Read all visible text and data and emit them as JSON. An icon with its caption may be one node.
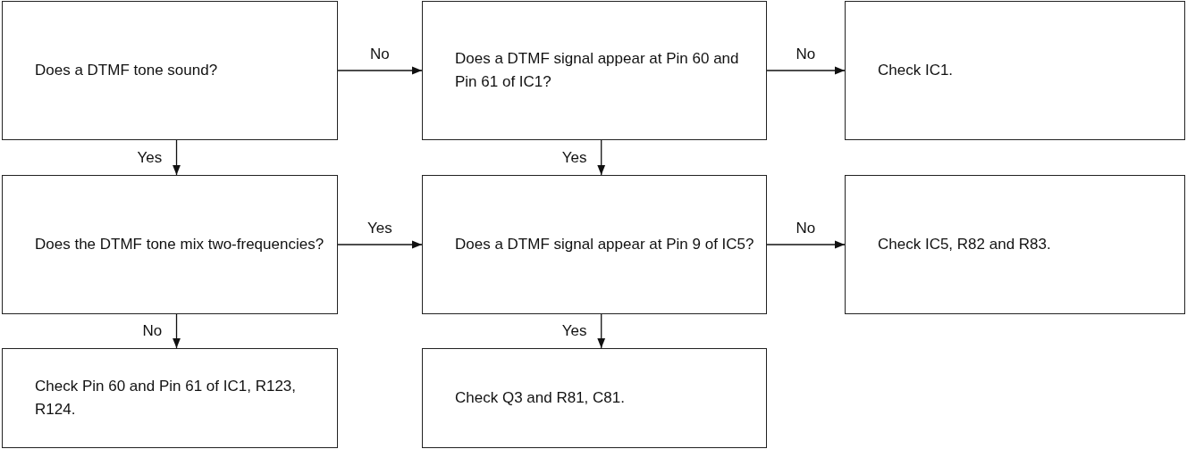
{
  "diagram": {
    "nodes": [
      {
        "text": [
          "Does a DTMF tone sound?"
        ]
      },
      {
        "text": [
          "Does a DTMF signal appear at Pin 60 and Pin 61 of IC1?"
        ]
      },
      {
        "text": [
          "Check IC1."
        ]
      },
      {
        "text": [
          "Does the DTMF tone mix two-frequencies?"
        ]
      },
      {
        "text": [
          "Does a DTMF signal appear at Pin 9 of IC5?"
        ]
      },
      {
        "text": [
          "Check IC5, R82 and R83."
        ]
      },
      {
        "text": [
          "Check Pin 60 and Pin 61 of IC1, R123, R124."
        ]
      },
      {
        "text": [
          "Check Q3 and R81, C81."
        ]
      }
    ],
    "edges": [
      {
        "from": 0,
        "to": 1,
        "arrow": "to",
        "label": "No"
      },
      {
        "from": 1,
        "to": 2,
        "arrow": "to",
        "label": "No"
      },
      {
        "from": 0,
        "to": 3,
        "arrow": "to",
        "label": "Yes"
      },
      {
        "from": 1,
        "to": 4,
        "arrow": "to",
        "label": "Yes"
      },
      {
        "from": 3,
        "to": 4,
        "arrow": "to",
        "label": "Yes"
      },
      {
        "from": 4,
        "to": 5,
        "arrow": "to",
        "label": "No"
      },
      {
        "from": 3,
        "to": 6,
        "arrow": "to",
        "label": "No"
      },
      {
        "from": 4,
        "to": 7,
        "arrow": "to",
        "label": "Yes"
      }
    ]
  }
}
